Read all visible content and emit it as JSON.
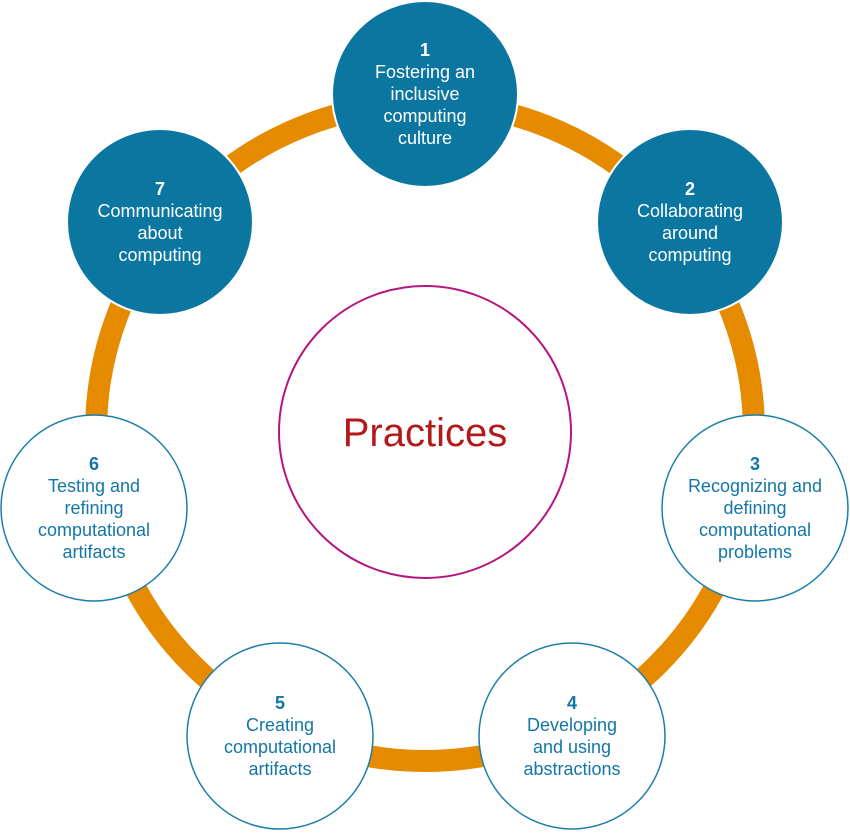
{
  "colors": {
    "ring": "#e68a00",
    "filled_node": "#0b76a0",
    "outline_node_stroke": "#1b7ea8",
    "filled_node_text": "#ffffff",
    "outline_node_text": "#1376a6",
    "center_stroke": "#b5157f",
    "center_text": "#b31919"
  },
  "center": {
    "label": "Practices"
  },
  "nodes": [
    {
      "number": "1",
      "lines": [
        "Fostering an",
        "inclusive",
        "computing",
        "culture"
      ],
      "filled": true
    },
    {
      "number": "2",
      "lines": [
        "Collaborating",
        "around",
        "computing"
      ],
      "filled": true
    },
    {
      "number": "3",
      "lines": [
        "Recognizing and",
        "defining",
        "computational",
        "problems"
      ],
      "filled": false
    },
    {
      "number": "4",
      "lines": [
        "Developing",
        "and using",
        "abstractions"
      ],
      "filled": false
    },
    {
      "number": "5",
      "lines": [
        "Creating",
        "computational",
        "artifacts"
      ],
      "filled": false
    },
    {
      "number": "6",
      "lines": [
        "Testing and",
        "refining",
        "computational",
        "artifacts"
      ],
      "filled": false
    },
    {
      "number": "7",
      "lines": [
        "Communicating",
        "about",
        "computing"
      ],
      "filled": true
    }
  ]
}
